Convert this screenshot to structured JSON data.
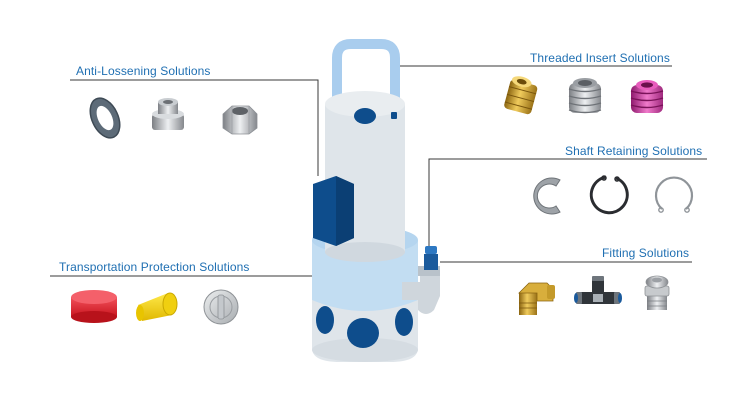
{
  "colors": {
    "label": "#1f6fb2",
    "leader_line": "#3a3a3a",
    "pump_body": "#dfe5ea",
    "pump_light_blue": "#c2ddf2",
    "pump_handle": "#a9cdee",
    "accent_dark_blue": "#0e4d8c"
  },
  "callouts": [
    {
      "id": "anti-lossening",
      "label": "Anti-Lossening Solutions",
      "products": [
        "wave-washer-icon",
        "self-clinching-nut-icon",
        "hex-lock-nut-icon"
      ]
    },
    {
      "id": "threaded-insert",
      "label": "Threaded Insert Solutions",
      "products": [
        "brass-threaded-insert-icon",
        "steel-helicoil-insert-icon",
        "magenta-helicoil-insert-icon"
      ]
    },
    {
      "id": "shaft-retaining",
      "label": "Shaft Retaining Solutions",
      "products": [
        "e-clip-icon",
        "external-retaining-ring-icon",
        "internal-retaining-ring-icon"
      ]
    },
    {
      "id": "transportation-protection",
      "label": "Transportation Protection Solutions",
      "products": [
        "red-protective-cap-icon",
        "yellow-tapered-plug-icon",
        "grey-threaded-plug-icon"
      ]
    },
    {
      "id": "fitting",
      "label": "Fitting Solutions",
      "products": [
        "brass-grease-fitting-icon",
        "push-in-tee-fitting-icon",
        "button-head-grease-nipple-icon"
      ]
    }
  ]
}
